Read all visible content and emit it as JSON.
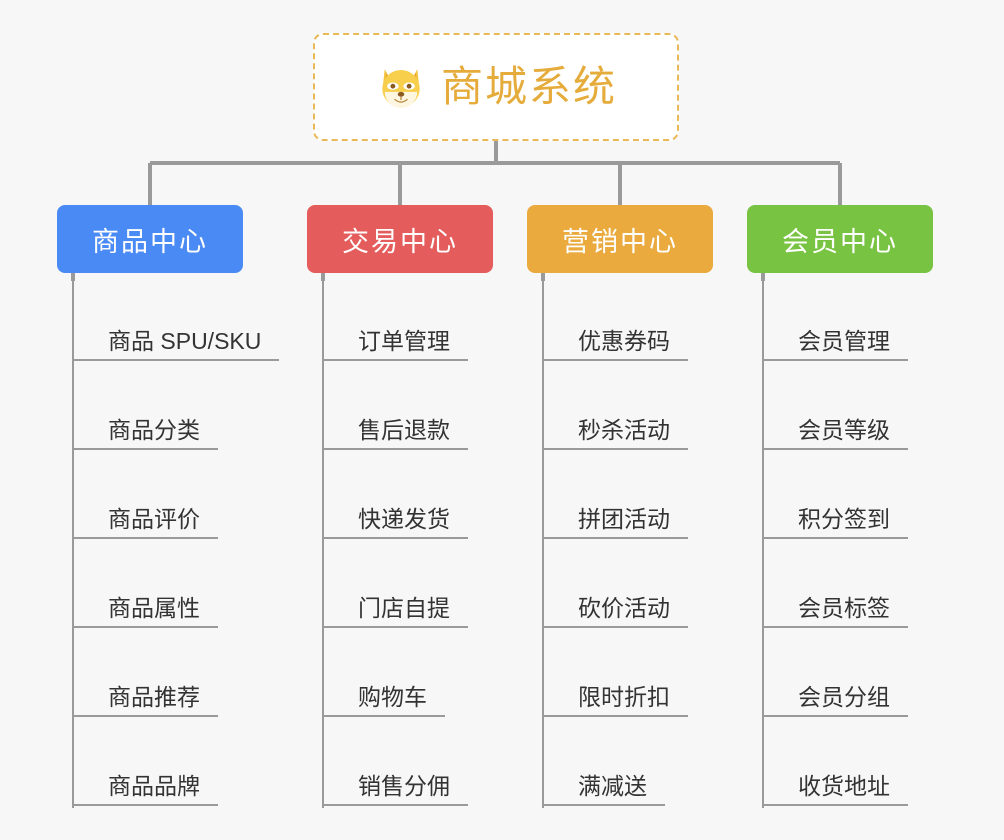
{
  "diagram": {
    "title": "商城系统",
    "type": "mindmap",
    "background_color": "#f7f7f7",
    "root": {
      "label": "商城系统",
      "icon": "shiba-dog-face-emoji",
      "text_color": "#e5ab3b",
      "border_color": "#eab957",
      "background_color": "#ffffff",
      "border_style": "dashed"
    },
    "connector_color": "#9a9a9a",
    "branches": [
      {
        "label": "商品中心",
        "color": "#4a8af4",
        "items": [
          "商品 SPU/SKU",
          "商品分类",
          "商品评价",
          "商品属性",
          "商品推荐",
          "商品品牌"
        ]
      },
      {
        "label": "交易中心",
        "color": "#e45c5c",
        "items": [
          "订单管理",
          "售后退款",
          "快递发货",
          "门店自提",
          "购物车",
          "销售分佣"
        ]
      },
      {
        "label": "营销中心",
        "color": "#eaaa3e",
        "items": [
          "优惠券码",
          "秒杀活动",
          "拼团活动",
          "砍价活动",
          "限时折扣",
          "满减送"
        ]
      },
      {
        "label": "会员中心",
        "color": "#79c343",
        "items": [
          "会员管理",
          "会员等级",
          "积分签到",
          "会员标签",
          "会员分组",
          "收货地址"
        ]
      }
    ]
  }
}
